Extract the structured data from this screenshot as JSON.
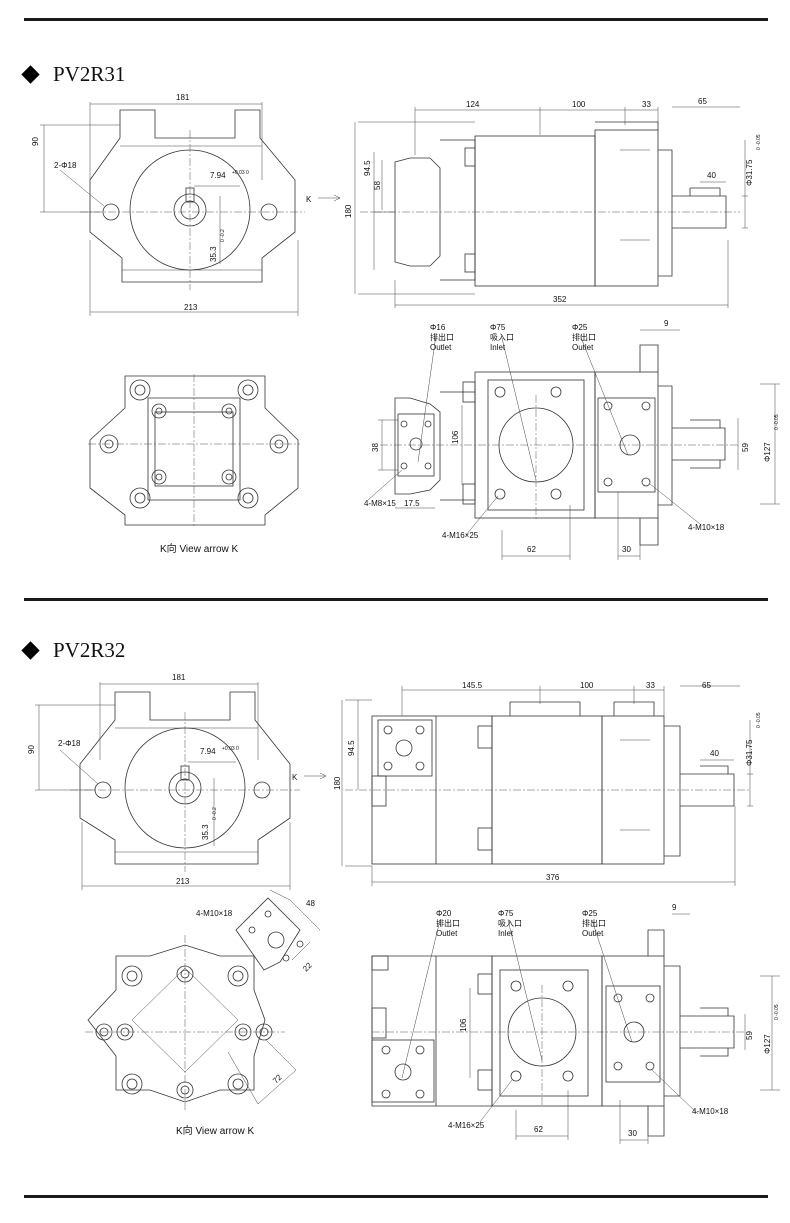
{
  "sections": [
    {
      "title": "PV2R31",
      "front": {
        "width_top": "181",
        "width_bottom": "213",
        "height": "90",
        "holes": "2-Φ18",
        "key": "7.94",
        "key_tol": "+0.03 0",
        "shaft": "35.3",
        "shaft_tol": "0 -0.2"
      },
      "side": {
        "d124": "124",
        "d100": "100",
        "d33": "33",
        "d65": "65",
        "d40": "40",
        "d94": "94.5",
        "d58": "58",
        "d180": "180",
        "length": "352",
        "shaft_d": "Φ31.75",
        "shaft_tol": "0 -0.05",
        "k": "K"
      },
      "caption": "K向  View arrow K",
      "ports": [
        {
          "size": "Φ16",
          "cn": "排出口",
          "en": "Outlet"
        },
        {
          "size": "Φ75",
          "cn": "吸入口",
          "en": "Inlet"
        },
        {
          "size": "Φ25",
          "cn": "排出口",
          "en": "Outlet"
        }
      ],
      "bottom": {
        "d9": "9",
        "d38": "38",
        "d106": "106",
        "d59": "59",
        "d127": "Φ127",
        "d127_tol": "0 -0.05",
        "m8": "4-M8×15",
        "d17": "17.5",
        "m16": "4-M16×25",
        "d62": "62",
        "d30": "30",
        "m10": "4-M10×18"
      }
    },
    {
      "title": "PV2R32",
      "front": {
        "width_top": "181",
        "width_bottom": "213",
        "height": "90",
        "holes": "2-Φ18",
        "key": "7.94",
        "key_tol": "+0.03 0",
        "shaft": "35.3",
        "shaft_tol": "0 -0.2"
      },
      "side": {
        "d124": "145.5",
        "d100": "100",
        "d33": "33",
        "d65": "65",
        "d40": "40",
        "d94": "94.5",
        "d180": "180",
        "length": "376",
        "shaft_d": "Φ31.75",
        "shaft_tol": "0 -0.05",
        "k": "K"
      },
      "caption": "K向  View arrow K",
      "flange": {
        "m10": "4-M10×18",
        "d48": "48",
        "d22": "22",
        "d72": "72"
      },
      "ports": [
        {
          "size": "Φ20",
          "cn": "排出口",
          "en": "Outlet"
        },
        {
          "size": "Φ75",
          "cn": "吸入口",
          "en": "Inlet"
        },
        {
          "size": "Φ25",
          "cn": "排出口",
          "en": "Outlet"
        }
      ],
      "bottom": {
        "d9": "9",
        "d106": "106",
        "d59": "59",
        "d127": "Φ127",
        "d127_tol": "0 -0.05",
        "m16": "4-M16×25",
        "d62": "62",
        "d30": "30",
        "m10": "4-M10×18"
      }
    }
  ]
}
